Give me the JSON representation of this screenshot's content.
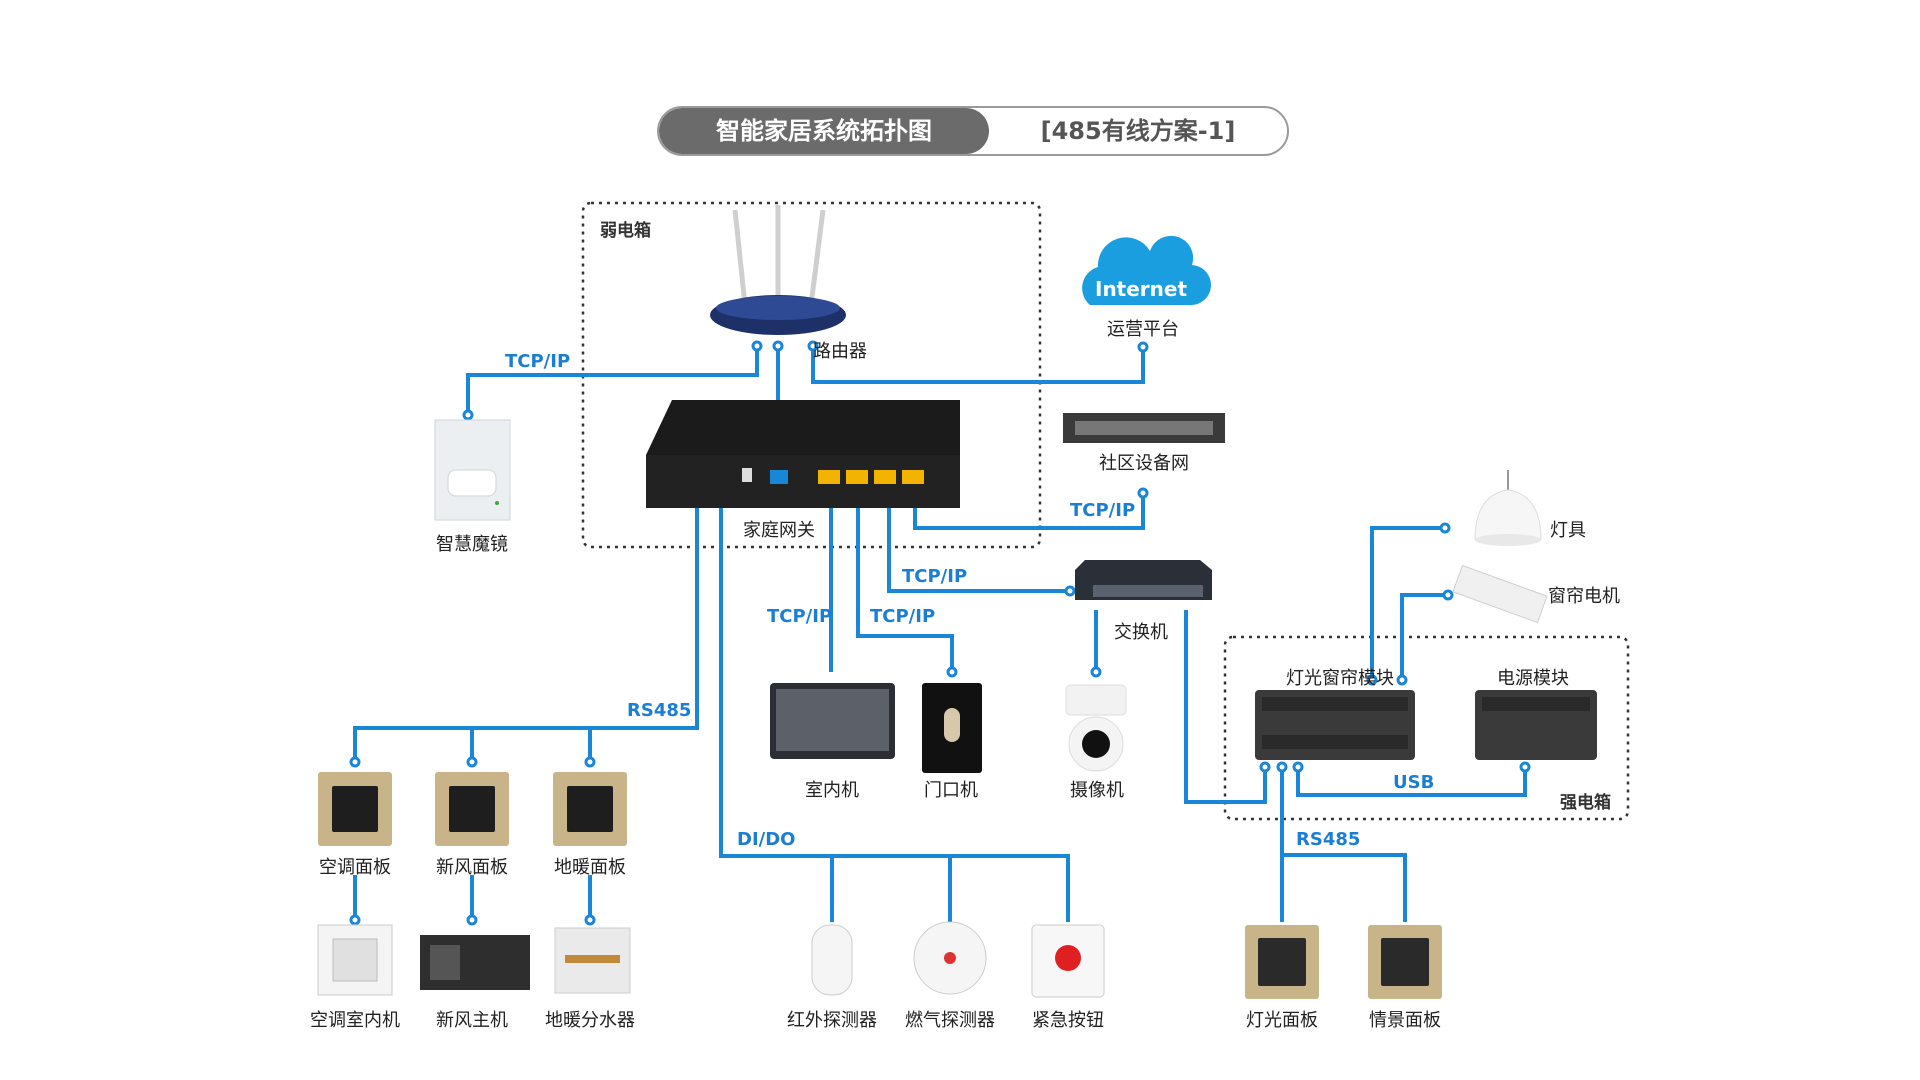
{
  "title": {
    "main": "智能家居系统拓扑图",
    "sub": "[485有线方案-1]"
  },
  "boxes": {
    "weak": "弱电箱",
    "strong": "强电箱"
  },
  "cloud_text": "Internet",
  "devices": {
    "router": "路由器",
    "platform": "运营平台",
    "mirror": "智慧魔镜",
    "gateway": "家庭网关",
    "community": "社区设备网",
    "lamp": "灯具",
    "curtain_motor": "窗帘电机",
    "switch": "交换机",
    "light_module": "灯光窗帘模块",
    "power_module": "电源模块",
    "indoor": "室内机",
    "door": "门口机",
    "camera": "摄像机",
    "ac_panel": "空调面板",
    "fresh_panel": "新风面板",
    "floor_panel": "地暖面板",
    "ac_unit": "空调室内机",
    "fresh_host": "新风主机",
    "floor_div": "地暖分水器",
    "ir": "红外探测器",
    "gas": "燃气探测器",
    "emergency": "紧急按钮",
    "light_panel": "灯光面板",
    "scene_panel": "情景面板"
  },
  "protocols": {
    "tcp_router": "TCP/IP",
    "tcp_community": "TCP/IP",
    "tcp_switch": "TCP/IP",
    "tcp_indoor": "TCP/IP",
    "tcp_door": "TCP/IP",
    "rs485_left": "RS485",
    "dido": "DI/DO",
    "usb": "USB",
    "rs485_right": "RS485"
  },
  "colors": {
    "line": "#1a86d8",
    "title_dark": "#6b6b6b",
    "gold": "#c9b48a"
  }
}
